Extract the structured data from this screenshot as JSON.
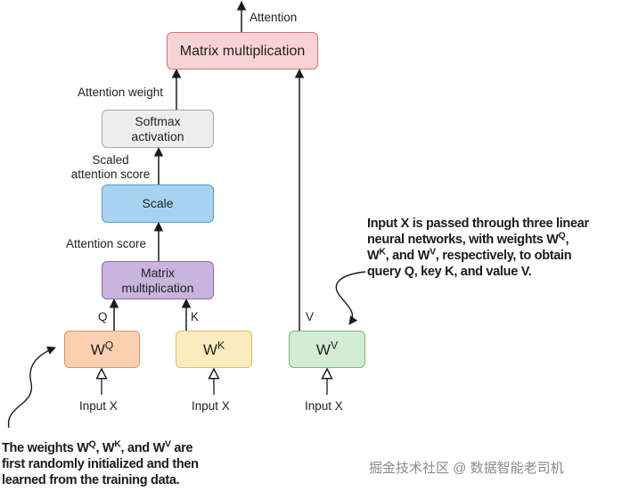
{
  "colors": {
    "matmul_top": {
      "fill": "#f8d3d3",
      "stroke": "#d07878"
    },
    "softmax": {
      "fill": "#ededed",
      "stroke": "#a9a9a9"
    },
    "scale": {
      "fill": "#a7d3f1",
      "stroke": "#5a9bd0"
    },
    "matmul_mid": {
      "fill": "#c8b4dd",
      "stroke": "#8c6cb1"
    },
    "wq": {
      "fill": "#fbd0b1",
      "stroke": "#e1955c"
    },
    "wk": {
      "fill": "#fbecbf",
      "stroke": "#d9bd6a"
    },
    "wv": {
      "fill": "#d3ecd6",
      "stroke": "#7ab884"
    },
    "arrow": "#1a1a1a"
  },
  "nodes": {
    "matmul_top": "Matrix multiplication",
    "softmax": [
      "Softmax",
      "activation"
    ],
    "scale": "Scale",
    "matmul_mid": [
      "Matrix",
      "multiplication"
    ],
    "wq": {
      "base": "W",
      "sup": "Q"
    },
    "wk": {
      "base": "W",
      "sup": "K"
    },
    "wv": {
      "base": "W",
      "sup": "V"
    }
  },
  "edge_labels": {
    "attention": "Attention",
    "attention_weight": "Attention weight",
    "scaled_attention_score": [
      "Scaled",
      "attention score"
    ],
    "attention_score": "Attention score",
    "q": "Q",
    "k": "K",
    "v": "V",
    "input_x_1": "Input X",
    "input_x_2": "Input X",
    "input_x_3": "Input X"
  },
  "annotations": {
    "right": {
      "line1": "Input X is passed through three linear",
      "line2_pre": "neural networks, with weights W",
      "line2_sup": "Q",
      "line2_post": ",",
      "line3_pre1": "W",
      "line3_sup1": "K",
      "line3_mid": ", and W",
      "line3_sup2": "V",
      "line3_post": ", respectively, to obtain",
      "line4": "query Q, key K, and value V."
    },
    "left": {
      "line1_pre": "The weights W",
      "line1_sup1": "Q",
      "line1_mid1": ", W",
      "line1_sup2": "K",
      "line1_mid2": ", and W",
      "line1_sup3": "V",
      "line1_post": " are",
      "line2": "first randomly initialized and then",
      "line3": "learned from the training data."
    }
  },
  "watermark": "掘金技术社区 @ 数据智能老司机"
}
